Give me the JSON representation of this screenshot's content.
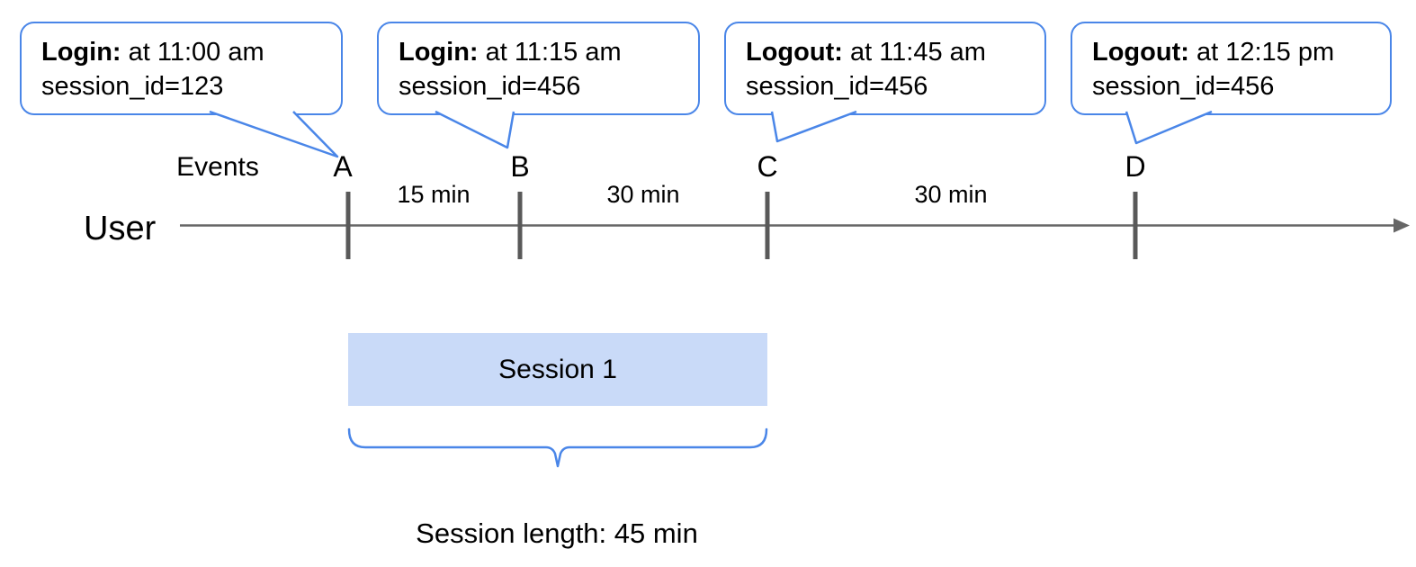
{
  "diagram": {
    "callouts": [
      {
        "event": "A",
        "bold": "Login:",
        "rest": " at 11:00 am",
        "line2": "session_id=123"
      },
      {
        "event": "B",
        "bold": "Login:",
        "rest": " at 11:15 am",
        "line2": "session_id=456"
      },
      {
        "event": "C",
        "bold": "Logout:",
        "rest": " at 11:45 am",
        "line2": "session_id=456"
      },
      {
        "event": "D",
        "bold": "Logout:",
        "rest": " at 12:15 pm",
        "line2": "session_id=456"
      }
    ],
    "events_label": "Events",
    "user_label": "User",
    "event_markers": [
      "A",
      "B",
      "C",
      "D"
    ],
    "intervals": [
      "15 min",
      "30 min",
      "30 min"
    ],
    "session_box_label": "Session 1",
    "session_length_label": "Session length: 45 min",
    "colors": {
      "callout-border": "#4a86e8",
      "session-fill": "#c9daf8",
      "axis": "#666666",
      "tick": "#595959",
      "text": "#000000"
    }
  }
}
